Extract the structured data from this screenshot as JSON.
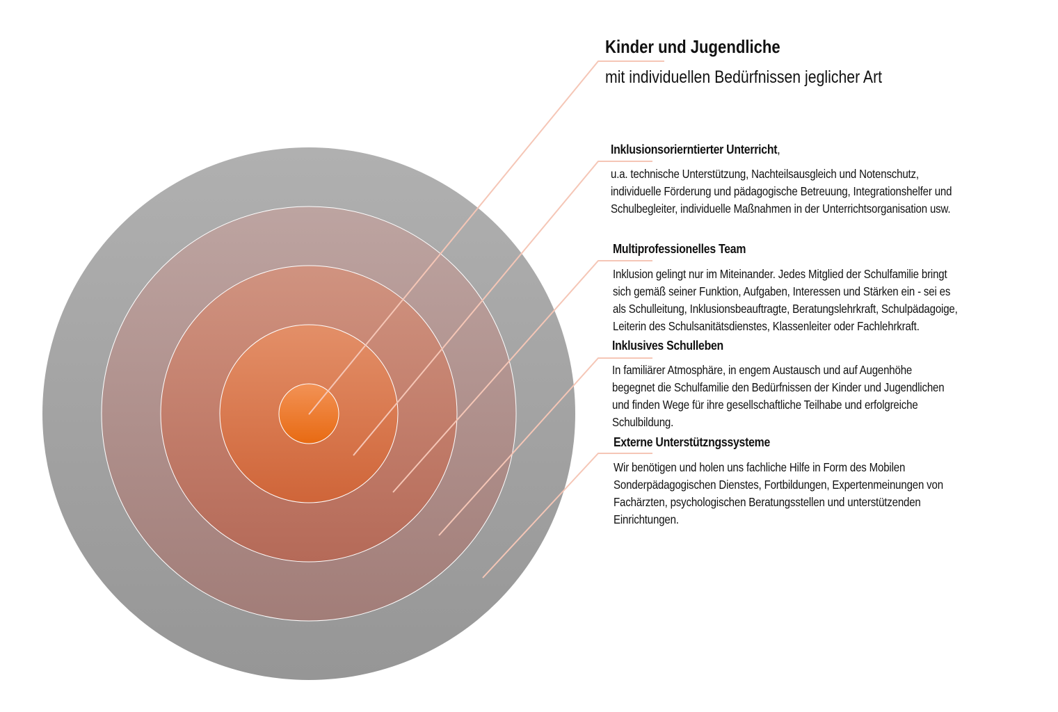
{
  "center": {
    "title": "Kinder und Jugendliche",
    "subtitle": "mit individuellen Bedürfnissen jeglicher Art"
  },
  "rings": [
    {
      "title": "Inklusionsorierntierter Unterricht",
      "title_suffix": ",",
      "lines": [
        "u.a. technische Unterstützung, Nachteilsausgleich und Notenschutz,",
        "individuelle Förderung und pädagogische Betreuung, Integrationshelfer und",
        "Schulbegleiter, individuelle Maßnahmen in der Unterrichtsorganisation usw."
      ]
    },
    {
      "title": "Multiprofessionelles Team",
      "lines": [
        "Inklusion gelingt nur im Miteinander. Jedes Mitglied der Schulfamilie bringt",
        "sich gemäß seiner Funktion, Aufgaben, Interessen und Stärken ein - sei es",
        "als Schulleitung, Inklusionsbeauftragte, Beratungslehrkraft, Schulpädagoige,",
        "Leiterin des Schulsanitätsdienstes, Klassenleiter oder Fachlehrkraft."
      ]
    },
    {
      "title": "Inklusives Schulleben",
      "lines": [
        "In familiärer Atmosphäre, in engem Austausch und auf Augenhöhe",
        "begegnet die Schulfamilie den Bedürfnissen der Kinder und Jugendlichen",
        "und finden Wege für ihre gesellschaftliche Teilhabe und erfolgreiche",
        "Schulbildung."
      ]
    },
    {
      "title": "Externe Unterstützngssysteme",
      "lines": [
        "Wir benötigen und holen uns fachliche Hilfe in Form des Mobilen",
        "Sonderpädagogischen Dienstes, Fortbildungen, Expertenmeinungen von",
        "Fachärzten, psychologischen Beratungsstellen und unterstützenden",
        "Einrichtungen."
      ]
    }
  ],
  "colors": {
    "leader": "#f5c6b6",
    "outer": "#a8a8a8",
    "accent": "#f07a28"
  }
}
